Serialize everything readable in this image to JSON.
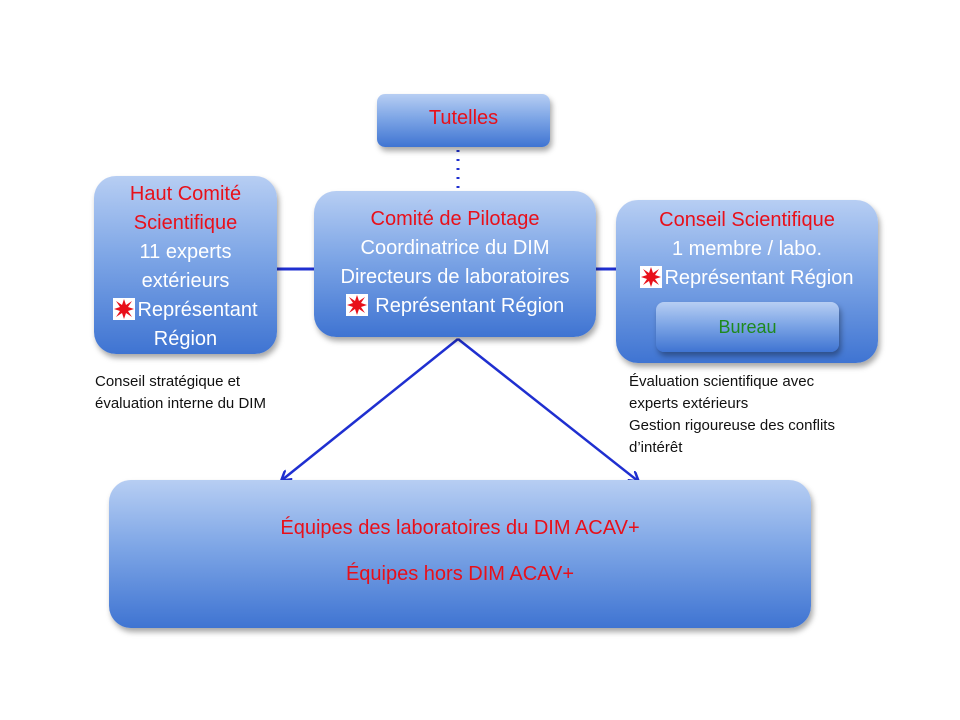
{
  "tutelles": {
    "label": "Tutelles"
  },
  "hcs": {
    "title_line1": "Haut Comité",
    "title_line2": "Scientifique",
    "line3": "11 experts",
    "line4": "extérieurs",
    "line5": "Représentant",
    "line6": "Région"
  },
  "copil": {
    "title": "Comité de Pilotage",
    "line2": "Coordinatrice du DIM",
    "line3": "Directeurs de laboratoires",
    "line4": "Représentant Région"
  },
  "cs": {
    "title": "Conseil Scientifique",
    "line2": "1 membre / labo.",
    "line3": "Représentant Région",
    "bureau": "Bureau"
  },
  "notes": {
    "left_line1": "Conseil stratégique et",
    "left_line2": "évaluation interne du DIM",
    "right_line1": "Évaluation scientifique avec",
    "right_line2": "experts extérieurs",
    "right_line3": "Gestion rigoureuse des conflits",
    "right_line4": "d’intérêt"
  },
  "equipes": {
    "line1": "Équipes des laboratoires du DIM ACAV+",
    "line2": "Équipes hors DIM ACAV+"
  },
  "colors": {
    "title_red": "#e8101a",
    "bureau_green": "#1e8a1e",
    "connector_blue": "#1f2fd0",
    "star_red": "#e8101a"
  },
  "icons": {
    "region_marker": "red-star-icon"
  }
}
